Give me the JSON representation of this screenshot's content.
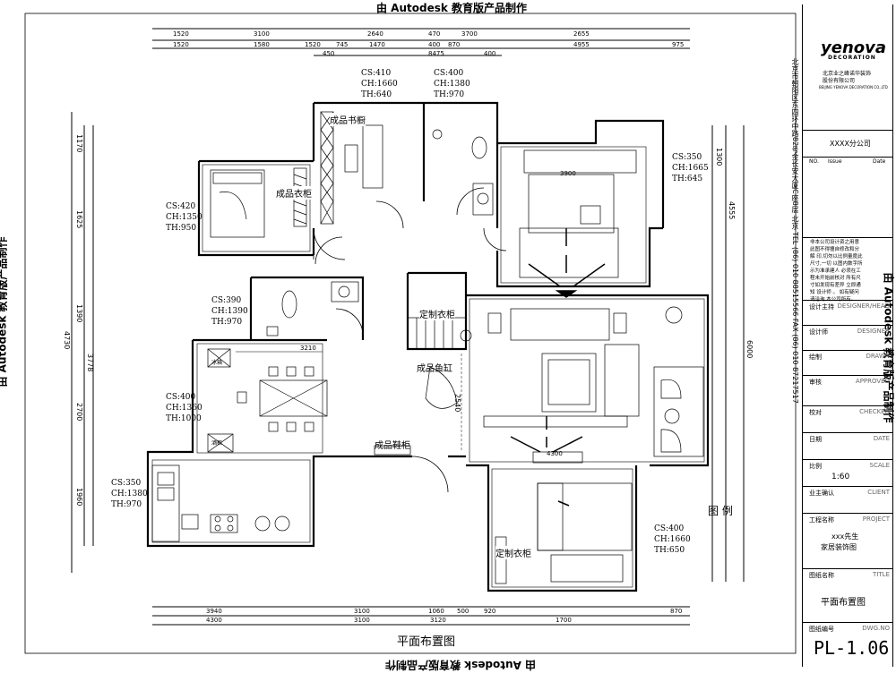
{
  "watermark": {
    "top": "由 Autodesk 教育版产品制作",
    "bottom": "由 Autodesk 教育版产品制作",
    "left": "由 Autodesk 教育版产品制作",
    "right": "由 Autodesk 教育版产品制作"
  },
  "dimensions": {
    "top_row1": [
      "1520",
      "3100",
      "",
      "2640",
      "",
      "470",
      "3700",
      "",
      "2655",
      "",
      ""
    ],
    "top_row2": [
      "1520",
      "1580",
      "1520",
      "745",
      "1470",
      "400",
      "870",
      "4955",
      "",
      "975"
    ],
    "top_inner": [
      "450",
      "8475",
      "400"
    ],
    "bottom_row1": [
      "3940",
      "3100",
      "1060",
      "500",
      "",
      "920",
      "870"
    ],
    "bottom_row2": [
      "4300",
      "3100",
      "3120",
      "",
      "1700"
    ],
    "left": [
      "1170",
      "1625",
      "1390",
      "4730",
      "1960",
      "2700",
      "3778"
    ],
    "right": [
      "1300",
      "4555",
      "6000"
    ],
    "interior": [
      "3210",
      "2540",
      "3900",
      "4300"
    ]
  },
  "rooms": [
    {
      "id": "study",
      "spec": [
        "CS:410",
        "CH:1660",
        "TH:640"
      ],
      "label": "成品书橱"
    },
    {
      "id": "bath1",
      "spec": [
        "CS:400",
        "CH:1380",
        "TH:970"
      ]
    },
    {
      "id": "bedroom2",
      "spec": [
        "CS:420",
        "CH:1350",
        "TH:950"
      ],
      "label": "成品衣柜"
    },
    {
      "id": "master",
      "spec": [
        "CS:350",
        "CH:1665",
        "TH:645"
      ]
    },
    {
      "id": "bath2",
      "spec": [
        "CS:390",
        "CH:1390",
        "TH:970"
      ]
    },
    {
      "id": "dining",
      "spec": [
        "CS:400",
        "CH:1360",
        "TH:1000"
      ]
    },
    {
      "id": "kitchen",
      "spec": [
        "CS:350",
        "CH:1380",
        "TH:970"
      ]
    },
    {
      "id": "bedroom3",
      "spec": [
        "CS:400",
        "CH:1660",
        "TH:650"
      ],
      "label": "定制衣柜"
    }
  ],
  "labels": {
    "wardrobe_hall": "定制衣柜",
    "fish_tank": "成品鱼缸",
    "shoe_cabinet": "成品鞋柜",
    "fridge": "冰箱",
    "wine": "酒柜",
    "legend": "图    例",
    "plan_title": "平面布置图"
  },
  "title_block": {
    "logo": "yenova",
    "logo_sub": "DECORATION",
    "company_cn_1": "北京业之峰诺华装饰",
    "company_cn_2": "股份有限公司",
    "company_en": "BEIJING YENOVA DECORATION CO.,LTD",
    "address": "北京市朝阳区东四环中路82号金长安大厦C座8层    北京    TEL (86) 010 88515566    FAX (86) 010 87217517",
    "branch": "XXXX分公司",
    "rev_no": "NO.",
    "rev_issue": "Issue",
    "rev_date": "Date",
    "notice": "非本公司设计资之用意 此图不得擅自修改和分解 印,切勿以比例量度此尺寸,一切 以图内数字所示为准承建人 必须在工程未开始前核对 所有尺寸如发现有差异 立即通知 设计师 。 如有疑问 请洽询 本公司所有。",
    "rows": [
      {
        "cn": "设计主持",
        "en": "DESIGNER/HEAD"
      },
      {
        "cn": "设计师",
        "en": "DESIGNER"
      },
      {
        "cn": "绘制",
        "en": "DRAWN"
      },
      {
        "cn": "审核",
        "en": "APPROVED"
      },
      {
        "cn": "校对",
        "en": "CHECKED"
      },
      {
        "cn": "日期",
        "en": "DATE"
      },
      {
        "cn": "比例",
        "en": "SCALE"
      },
      {
        "cn": "业主确认",
        "en": "CLIENT"
      }
    ],
    "scale": "1:60",
    "project_cn": "工程名称",
    "project_en": "PROJECT",
    "client_name": "xxx先生",
    "project_name": "家居装饰图",
    "title_cn": "图纸名称",
    "title_en": "TITLE",
    "drawing_title": "平面布置图",
    "dwg_no_cn": "图纸编号",
    "dwg_no_en": "DWG.NO",
    "dwg_no": "PL-1.06"
  }
}
